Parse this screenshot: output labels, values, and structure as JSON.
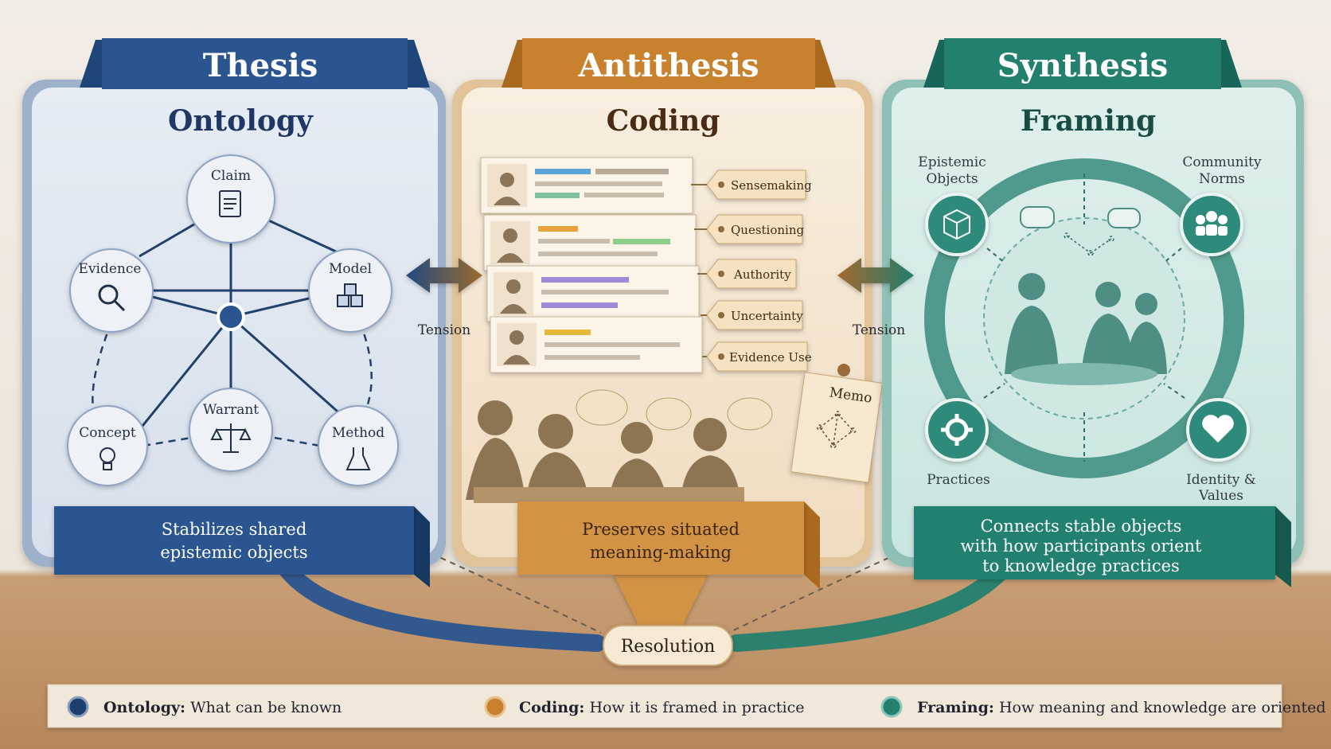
{
  "colors": {
    "thesis": "#2a5590",
    "antithesis": "#c8822e",
    "synthesis": "#23806f"
  },
  "thesis": {
    "banner": "Thesis",
    "subtitle": "Ontology",
    "nodes": {
      "claim": "Claim",
      "evidence": "Evidence",
      "model": "Model",
      "concept": "Concept",
      "warrant": "Warrant",
      "method": "Method"
    },
    "caption": [
      "Stabilizes shared",
      "epistemic objects"
    ]
  },
  "antithesis": {
    "banner": "Antithesis",
    "subtitle": "Coding",
    "tags": [
      "Sensemaking",
      "Questioning",
      "Authority",
      "Uncertainty",
      "Evidence Use"
    ],
    "memo": "Memo",
    "caption": [
      "Preserves situated",
      "meaning-making"
    ]
  },
  "synthesis": {
    "banner": "Synthesis",
    "subtitle": "Framing",
    "nodes": {
      "epistemic_objects": [
        "Epistemic",
        "Objects"
      ],
      "community_norms": [
        "Community",
        "Norms"
      ],
      "practices": "Practices",
      "identity_values": [
        "Identity &",
        "Values"
      ]
    },
    "caption": [
      "Connects stable objects",
      "with how participants orient",
      "to knowledge practices"
    ]
  },
  "tension_left": "Tension",
  "tension_right": "Tension",
  "resolution": "Resolution",
  "legend": [
    {
      "term": "Ontology:",
      "desc": " What can be known"
    },
    {
      "term": "Coding:",
      "desc": " How it is framed in practice"
    },
    {
      "term": "Framing:",
      "desc": " How meaning and knowledge are oriented"
    }
  ]
}
